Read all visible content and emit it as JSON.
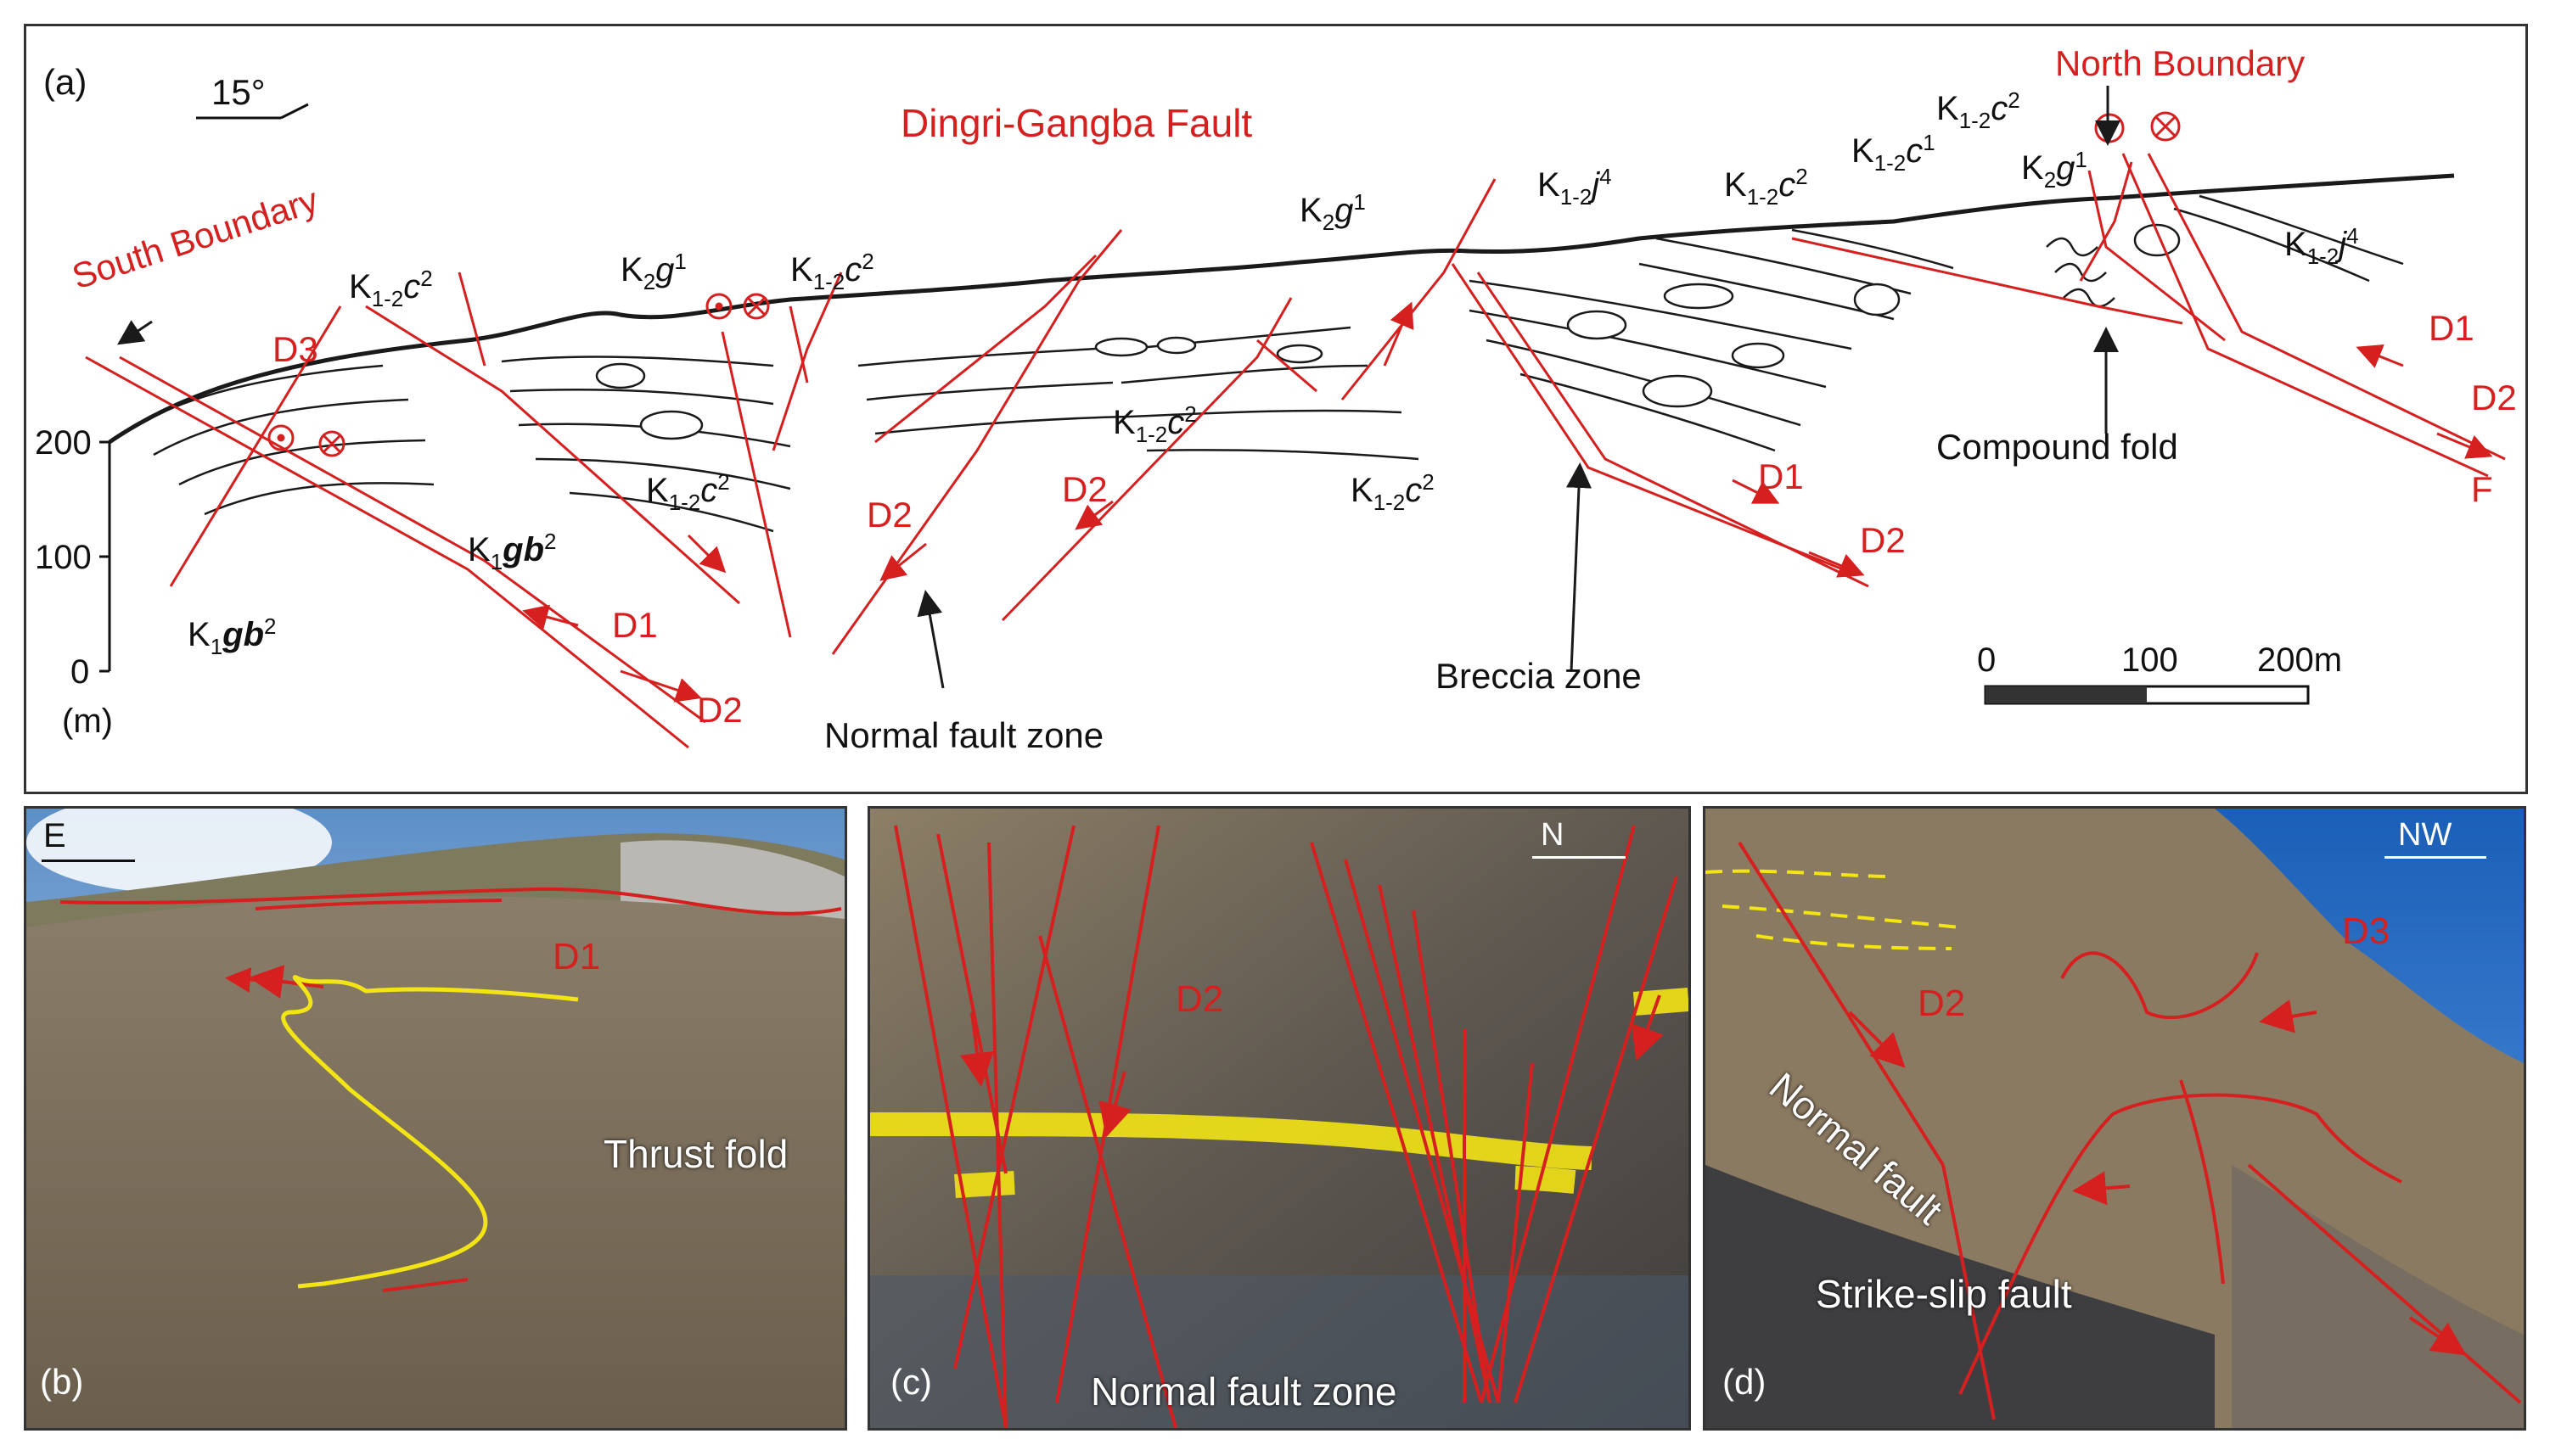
{
  "panel_a": {
    "letter": "(a)",
    "dip": "15°",
    "fault_title": "Dingri-Gangba Fault",
    "south_boundary": "South Boundary",
    "north_boundary": "North Boundary",
    "y_axis": {
      "ticks": [
        "200",
        "100",
        "0"
      ],
      "unit": "(m)"
    },
    "scale_bar": {
      "ticks": [
        "0",
        "100",
        "200m"
      ]
    },
    "labels": {
      "D1": "D1",
      "D2": "D2",
      "D3": "D3",
      "F": "F",
      "compound_fold": "Compound fold",
      "normal_fault_zone": "Normal fault zone",
      "breccia_zone": "Breccia zone"
    },
    "strata": {
      "k12c2": {
        "base": "K",
        "sub": "1-2",
        "it": "c",
        "sup": "2"
      },
      "k12c1": {
        "base": "K",
        "sub": "1-2",
        "it": "c",
        "sup": "1"
      },
      "k2g1": {
        "base": "K",
        "sub": "2",
        "it": "g",
        "sup": "1"
      },
      "k1gb2": {
        "base": "K",
        "sub": "1",
        "it": "gb",
        "sup": "2"
      },
      "k12j4": {
        "base": "K",
        "sub": "1-2",
        "it": "j",
        "sup": "4"
      }
    }
  },
  "panel_b": {
    "letter": "(b)",
    "direction": "E",
    "label_d1": "D1",
    "caption": "Thrust fold"
  },
  "panel_c": {
    "letter": "(c)",
    "direction": "N",
    "label_d2": "D2",
    "caption": "Normal fault zone"
  },
  "panel_d": {
    "letter": "(d)",
    "direction": "NW",
    "label_d2": "D2",
    "label_d3": "D3",
    "normal_fault": "Normal fault",
    "strike_slip": "Strike-slip fault"
  },
  "colors": {
    "fault_red": "#d62020",
    "marker_yellow": "#f2e415",
    "line_black": "#1a1a1a"
  }
}
